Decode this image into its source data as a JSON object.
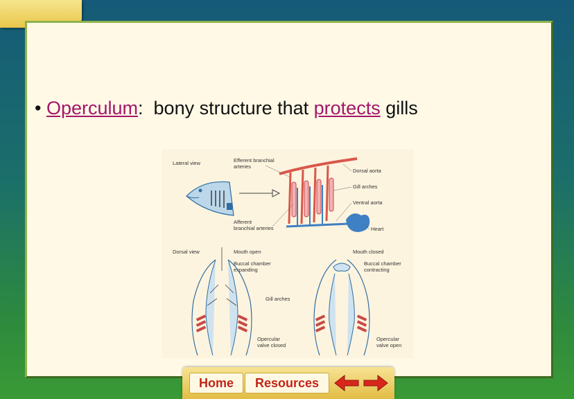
{
  "slide": {
    "bullet": "•",
    "term": "Operculum",
    "colon": ":",
    "definition_pre": "  bony structure that ",
    "term2": "protects",
    "definition_post": " gills"
  },
  "figure": {
    "labels": {
      "lateral_view": "Lateral view",
      "efferent_1": "Efferent branchial",
      "efferent_2": "arteries",
      "dorsal_aorta": "Dorsal aorta",
      "gill_arches_top": "Gill arches",
      "ventral_aorta": "Ventral aorta",
      "afferent_1": "Afferent",
      "afferent_2": "branchial arteries",
      "heart": "Heart",
      "dorsal_view": "Dorsal view",
      "mouth_open": "Mouth open",
      "mouth_closed": "Mouth closed",
      "buccal_exp_1": "Buccal chamber",
      "buccal_exp_2": "expanding",
      "buccal_con_1": "Buccal chamber",
      "buccal_con_2": "contracting",
      "gill_arches_mid": "Gill arches",
      "op_closed_1": "Opercular",
      "op_closed_2": "valve closed",
      "op_open_1": "Opercular",
      "op_open_2": "valve open"
    }
  },
  "nav": {
    "home_label": "Home",
    "resources_label": "Resources"
  },
  "colors": {
    "accent_term": "#a3166a",
    "button_text": "#c22412",
    "arrow_red": "#d9261c",
    "artery_red": "#d9574a",
    "vein_blue": "#3f7fc4"
  }
}
